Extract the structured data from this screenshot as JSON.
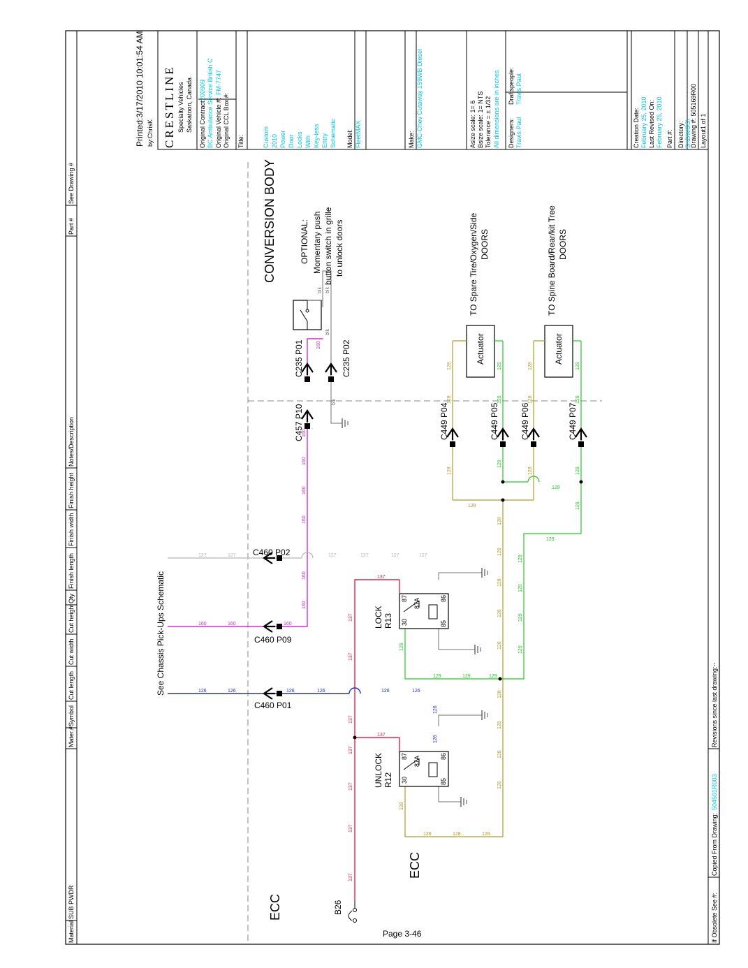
{
  "header_row": [
    "Material",
    "SUB PWDR",
    "Mater.#",
    "Symbol",
    "Cut length",
    "Cut width",
    "Cut height",
    "Qty",
    "Finish length",
    "Finish width",
    "Finish height",
    "Notes/Description",
    "Part #",
    "See Drawing #"
  ],
  "footer": {
    "obsolete": "If Obsolete See #:",
    "copied_from_label": "Copied From Drawing:",
    "copied_from_value": "504501R003",
    "revisions": "Revisions since last drawing:--"
  },
  "title_block": {
    "printed": "Printed:3/17/2010 10:01:54 AM",
    "by": "by:ChrisK",
    "logo": "CRESTLINE",
    "company_1": "Specialty Vehicles",
    "company_2": "Saskatoon, Canada",
    "orig_contract_label": "Original Contract:",
    "orig_contract_value": "200909",
    "orig_contract_extra": "BC Ambulance Service British C",
    "orig_vehicle_label": "Original Vehicle #:",
    "orig_vehicle_value": "FM-7747",
    "ccl_box": "Original CCL Box #:",
    "title_label": "Title:",
    "title_lines": [
      "Custom",
      "2010",
      "Power",
      "Door",
      "Locks",
      "With",
      "Key-less",
      "Entry",
      "Schematic"
    ],
    "model_label": "Model:",
    "model_value": "FleetMAX",
    "make_label": "Make:",
    "make_value": "GMC-Chev Cutaway 159WB Diesel",
    "asize": "Asize scale: 1= 6",
    "bsize": "Bsize scale: 1= NTS",
    "tolerance": "Tolerance = ± 1/32",
    "tolerance_note": "All dimensions are in inches",
    "designers_label": "Designers:",
    "designers_value": "Travis Paul",
    "draftspeople_label": "Draftspeople:",
    "draftspeople_value": "Travis Paul",
    "creation_label": "Creation Date:",
    "creation_value": "February 25, 2010",
    "revised_label": "Last Revised On:",
    "revised_value": "February 25, 2010",
    "part": "Part #:",
    "directory_label": "Directory:",
    "directory_value": "S:\\DWGS\\",
    "drawing": "Drawing #: 505169R00",
    "layout": "Layout1 of 1"
  },
  "schematic": {
    "conversion_body": "CONVERSION BODY",
    "optional_1": "OPTIONAL:",
    "optional_2": "Momentary push",
    "optional_3": "button switch in grille",
    "optional_4": "to unlock doors",
    "spare_1": "TO Spare Tire/Oxygen/Side",
    "spare_2": "DOORS",
    "spine_1": "TO Spine Board/Rear/kit Tree",
    "spine_2": "DOORS",
    "see_chassis": "See Chassis Pick-Ups Schematic",
    "ecc_left": "ECC",
    "ecc_mid": "ECC",
    "page": "Page 3-46",
    "b26": "B26",
    "actuator": "Actuator",
    "lock_relay_1": "LOCK",
    "lock_relay_2": "R13",
    "unlock_relay_1": "UNLOCK",
    "unlock_relay_2": "R12",
    "pin_30": "30",
    "pin_87": "87",
    "pin_87a": "87A",
    "pin_85": "85",
    "pin_86": "86",
    "conn_c235_p01": "C235 P01",
    "conn_c235_p02": "C235 P02",
    "conn_c457_p10": "C457 P10",
    "conn_c449_p04": "C449 P04",
    "conn_c449_p05": "C449 P05",
    "conn_c449_p06": "C449 P06",
    "conn_c449_p07": "C449 P07",
    "conn_c460_p02": "C460 P02",
    "conn_c460_p09": "C460 P09",
    "conn_c460_p01": "C460 P01",
    "w126": "126",
    "w127": "127",
    "w128": "128",
    "w129": "129",
    "w137": "137",
    "w160": "160",
    "wblk": "blk"
  },
  "colors": {
    "w126": "#1f2fd6",
    "w127": "#b8b8b8",
    "w128": "#b39a2a",
    "w129": "#22cc22",
    "w137": "#e0224a",
    "w160": "#c832c8",
    "blk": "#707070"
  }
}
